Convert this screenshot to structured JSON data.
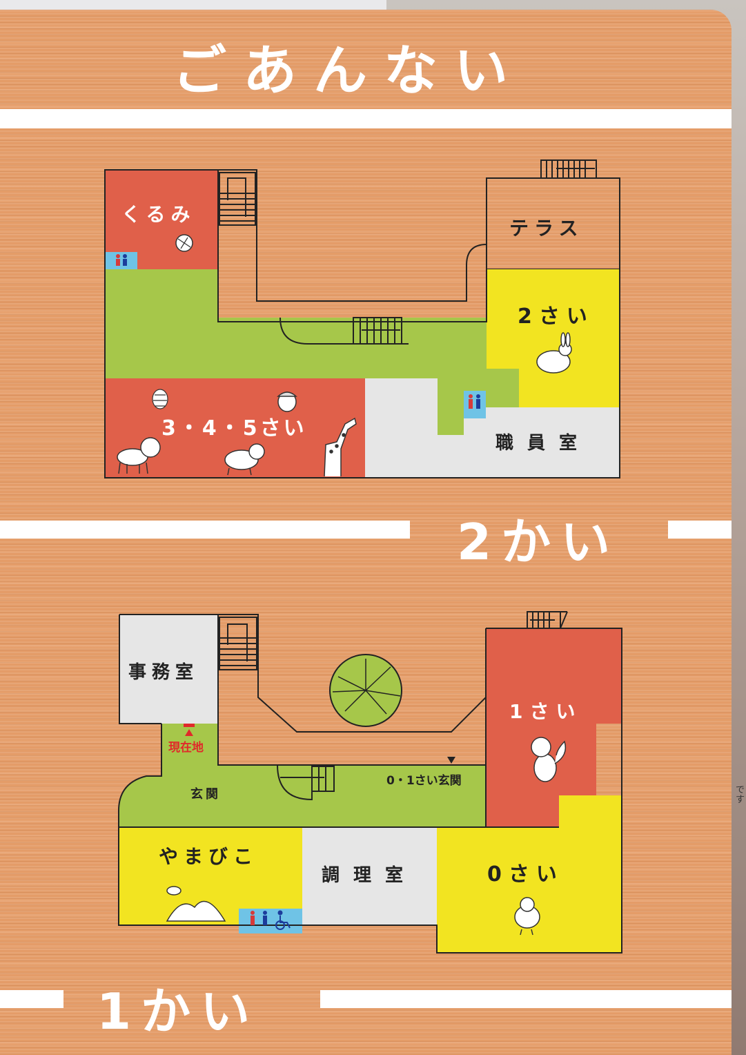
{
  "title": "ごあんない",
  "side_note": "です",
  "floor2": {
    "heading": "2かい",
    "rooms": {
      "kurumi": "くるみ",
      "terrace": "テラス",
      "age2": "2さい",
      "age345": "3・4・5さい",
      "staff": "職員室"
    }
  },
  "floor1": {
    "heading": "1かい",
    "rooms": {
      "office": "事務室",
      "entrance": "玄関",
      "current": "現在地",
      "entrance01": "0・1さい玄関",
      "age1": "1さい",
      "yamabiko": "やまびこ",
      "kitchen": "調理室",
      "age0": "0さい"
    }
  },
  "colors": {
    "wood": "#e49c68",
    "red_room": "#e0604a",
    "yellow_room": "#f2e421",
    "green_hall": "#a6c74a",
    "grey_room": "#e6e6e6",
    "restroom": "#6fc3e6",
    "outline": "#222222"
  },
  "icons": [
    "restroom-icon",
    "wheelchair-icon",
    "walnut-icon",
    "rabbit-icon",
    "acorn-icon",
    "pinecone-icon",
    "lion-icon",
    "raccoon-icon",
    "giraffe-icon",
    "squirrel-icon",
    "chick-icon",
    "mountain-icon",
    "tree-icon",
    "stairs-icon",
    "current-location-icon"
  ]
}
